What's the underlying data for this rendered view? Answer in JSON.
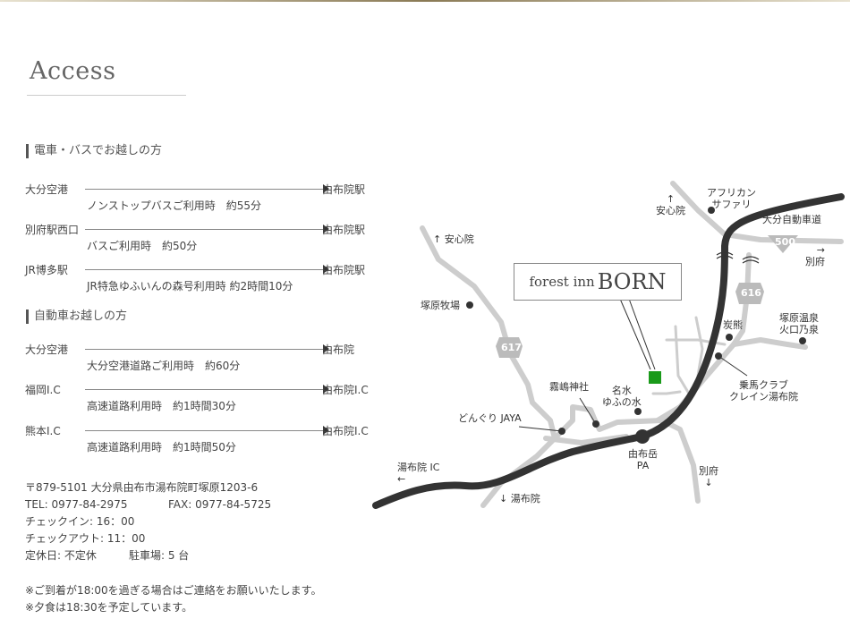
{
  "title": "Access",
  "train": {
    "heading": "電車・バスでお越しの方",
    "routes": [
      {
        "from": "大分空港",
        "to": "由布院駅",
        "via": "ノンストップバスご利用時　約55分"
      },
      {
        "from": "別府駅西口",
        "to": "由布院駅",
        "via": "バスご利用時　約50分"
      },
      {
        "from": "JR博多駅",
        "to": "由布院駅",
        "via": "JR特急ゆふいんの森号利用時 約2時間10分"
      }
    ]
  },
  "car": {
    "heading": "自動車お越しの方",
    "routes": [
      {
        "from": "大分空港",
        "to": "由布院",
        "via": "大分空港道路ご利用時　約60分"
      },
      {
        "from": "福岡I.C",
        "to": "由布院I.C",
        "via": "高速道路利用時　約1時間30分"
      },
      {
        "from": "熊本I.C",
        "to": "由布院I.C",
        "via": "高速道路利用時　約1時間50分"
      }
    ]
  },
  "info": {
    "address": "〒879-5101  大分県由布市湯布院町塚原1203-6",
    "tel": "TEL: 0977-84-2975",
    "fax": "FAX: 0977-84-5725",
    "checkin": "チェックイン: 16：00",
    "checkout": "チェックアウト: 11：00",
    "holiday": "定休日: 不定休",
    "parking": "駐車場: 5 台",
    "note1": "※ご到着が18:00を過ぎる場合はご連絡をお願いいたします。",
    "note2": "※夕食は18:30を予定しています。"
  },
  "map": {
    "box_small": "forest inn",
    "box_big": "BORN",
    "labels": {
      "anshinin_top": "↑\n安心院",
      "africa": "アフリカン\nサファリ",
      "expressway": "大分自動車道",
      "beppu_right": "→\n別府",
      "anshinin_left": "↑ 安心院",
      "tsukahara_farm": "塚原牧場",
      "sumikuma": "炭熊",
      "tsukahara_onsen": "塚原温泉\n火口乃泉",
      "crane": "乗馬クラブ\nクレイン湯布院",
      "kirishima": "霧嶋神社",
      "meisui": "名水\nゆふの水",
      "donguri": "どんぐり JAYA",
      "yufudake": "由布岳\nPA",
      "yufuin_ic": "湯布院 IC\n←",
      "beppu_down": "別府\n↓",
      "yufuin_down": "↓ 湯布院"
    },
    "route_numbers": {
      "r500": "500",
      "r616": "616",
      "r617": "617"
    },
    "colors": {
      "highway": "#333333",
      "road": "#cccccc",
      "marker": "#1a9a1a"
    }
  }
}
